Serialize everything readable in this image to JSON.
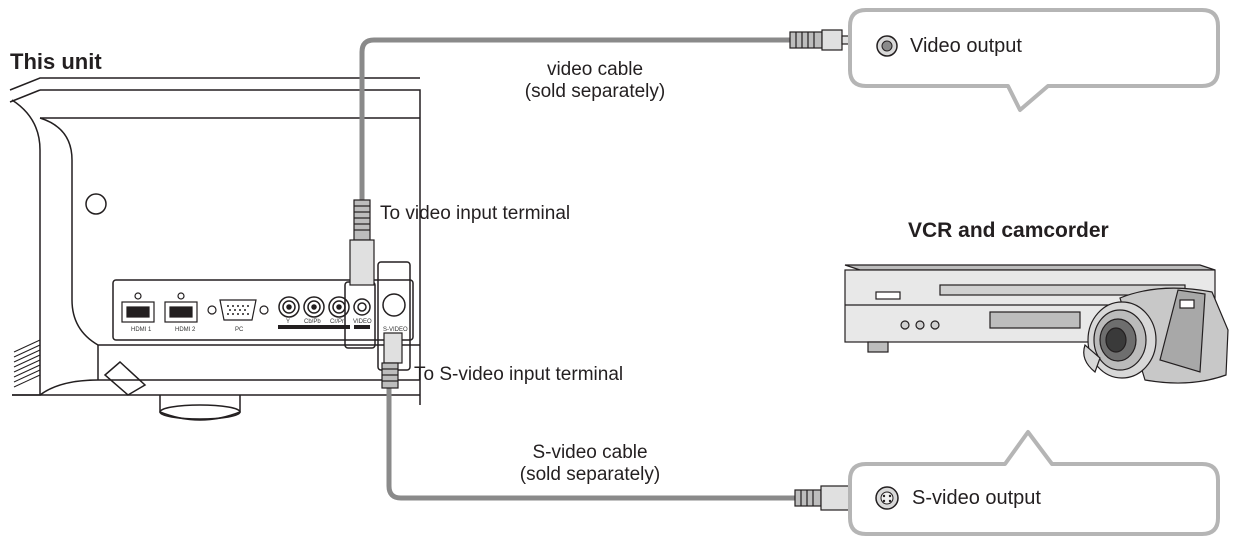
{
  "unit_title": "This unit",
  "source_title": "VCR and camcorder",
  "video_cable": {
    "line1": "video cable",
    "line2": "(sold separately)"
  },
  "svideo_cable": {
    "line1": "S-video cable",
    "line2": "(sold separately)"
  },
  "to_video_input": "To video input terminal",
  "to_svideo_input": "To S-video input terminal",
  "video_output": "Video output",
  "svideo_output": "S-video output",
  "panel_labels": {
    "hdmi1": "HDMI 1",
    "hdmi2": "HDMI 2",
    "pc": "PC",
    "y": "Y",
    "cb": "Cb/Pb",
    "cr": "Cr/Pr",
    "video": "VIDEO",
    "svideo": "S-VIDEO"
  },
  "colors": {
    "cable": "#8a8a8a",
    "outline": "#231f20",
    "bubble": "#b5b5b5",
    "fill_gray": "#d9d9d9"
  }
}
